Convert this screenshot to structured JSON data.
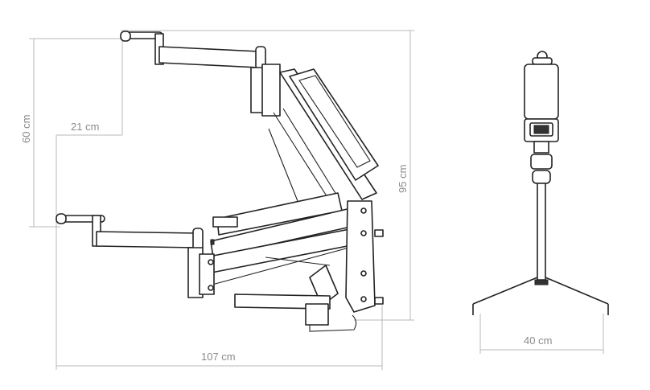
{
  "dimensions": {
    "upper_to_lower_arm": "60 cm",
    "arm_offset": "21 cm",
    "total_height": "95 cm",
    "total_length": "107 cm",
    "stand_width": "40 cm"
  }
}
